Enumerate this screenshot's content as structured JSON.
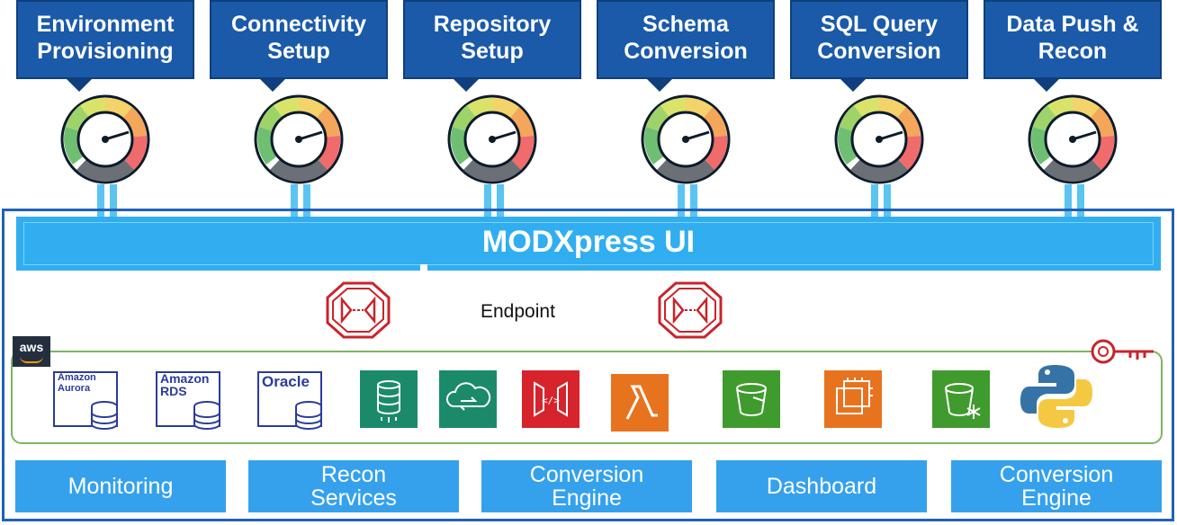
{
  "phases": [
    {
      "line1": "Environment",
      "line2": "Provisioning"
    },
    {
      "line1": "Connectivity",
      "line2": "Setup"
    },
    {
      "line1": "Repository",
      "line2": "Setup"
    },
    {
      "line1": "Schema",
      "line2": "Conversion"
    },
    {
      "line1": "SQL Query",
      "line2": "Conversion"
    },
    {
      "line1": "Data Push &",
      "line2": "Recon"
    }
  ],
  "ui": {
    "title": "MODXpress UI"
  },
  "endpoint": {
    "label": "Endpoint"
  },
  "aws": {
    "badge": "aws"
  },
  "databases": [
    {
      "line1": "Amazon",
      "line2": "Aurora"
    },
    {
      "line1": "Amazon",
      "line2": "RDS"
    },
    {
      "line1": "Oracle",
      "line2": ""
    }
  ],
  "services": [
    {
      "icon": "database-service-icon",
      "color": "#1a8a6b"
    },
    {
      "icon": "cloud-transfer-icon",
      "color": "#1a8a6b"
    },
    {
      "icon": "api-gateway-icon",
      "color": "#d6232c"
    },
    {
      "icon": "lambda-icon",
      "color": "#e8731e"
    },
    {
      "icon": "s3-bucket-icon",
      "color": "#3f9b2d"
    },
    {
      "icon": "compute-instance-icon",
      "color": "#e8731e"
    },
    {
      "icon": "glacier-bucket-icon",
      "color": "#3f9b2d"
    },
    {
      "icon": "python-icon",
      "color": "#3572a5"
    }
  ],
  "bottom": [
    {
      "line1": "Monitoring",
      "line2": ""
    },
    {
      "line1": "Recon",
      "line2": "Services"
    },
    {
      "line1": "Conversion",
      "line2": "Engine"
    },
    {
      "line1": "Dashboard",
      "line2": ""
    },
    {
      "line1": "Conversion",
      "line2": "Engine"
    }
  ]
}
